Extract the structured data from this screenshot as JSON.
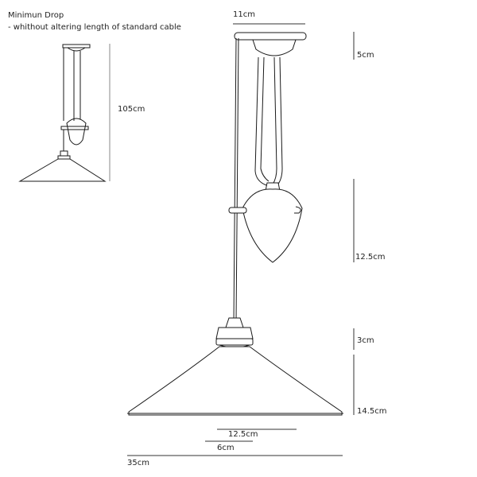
{
  "caption": {
    "title": "Minimun Drop",
    "subtitle": "- whithout altering length of standard cable"
  },
  "dimensions": {
    "minimum_drop": "105cm",
    "ceiling_rose_width": "11cm",
    "ceiling_rose_height": "5cm",
    "pulley_section": "12.5cm",
    "lampholder_height": "3cm",
    "shade_height": "14.5cm",
    "holder_width": "12.5cm",
    "holder_inner": "6cm",
    "shade_width": "35cm"
  }
}
